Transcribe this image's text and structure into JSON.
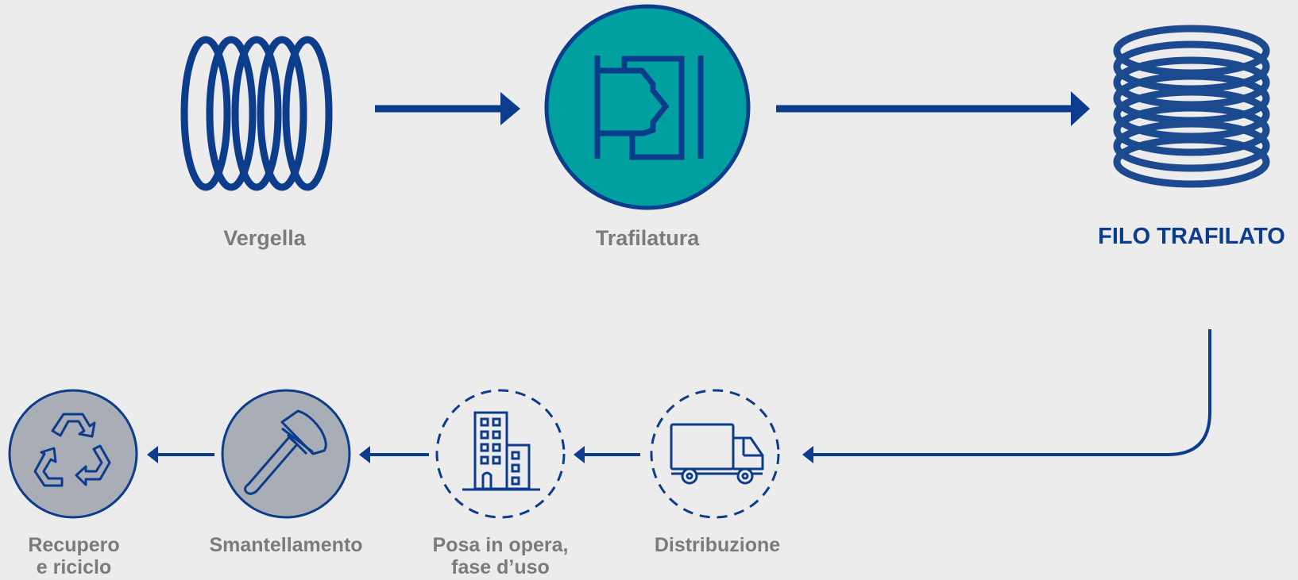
{
  "colors": {
    "background": "#ececed",
    "navy": "#0c3c8c",
    "teal": "#00a0a0",
    "gray_fill": "#a9adb6",
    "label_gray": "#7b7b7b"
  },
  "top_row": {
    "vergella": {
      "label": "Vergella",
      "icon": "coil-icon"
    },
    "trafilatura": {
      "label": "Trafilatura",
      "icon": "wire-drawing-die-icon"
    },
    "filo_trafilato": {
      "label": "FILO TRAFILATO",
      "icon": "wire-spool-icon"
    }
  },
  "bottom_row": {
    "distribuzione": {
      "label": "Distribuzione",
      "icon": "truck-icon"
    },
    "posa": {
      "line1": "Posa in opera,",
      "line2": "fase d’uso",
      "icon": "building-icon"
    },
    "smantellamento": {
      "label": "Smantellamento",
      "icon": "hammer-icon"
    },
    "recupero": {
      "line1": "Recupero",
      "line2": "e riciclo",
      "icon": "recycle-icon"
    }
  }
}
